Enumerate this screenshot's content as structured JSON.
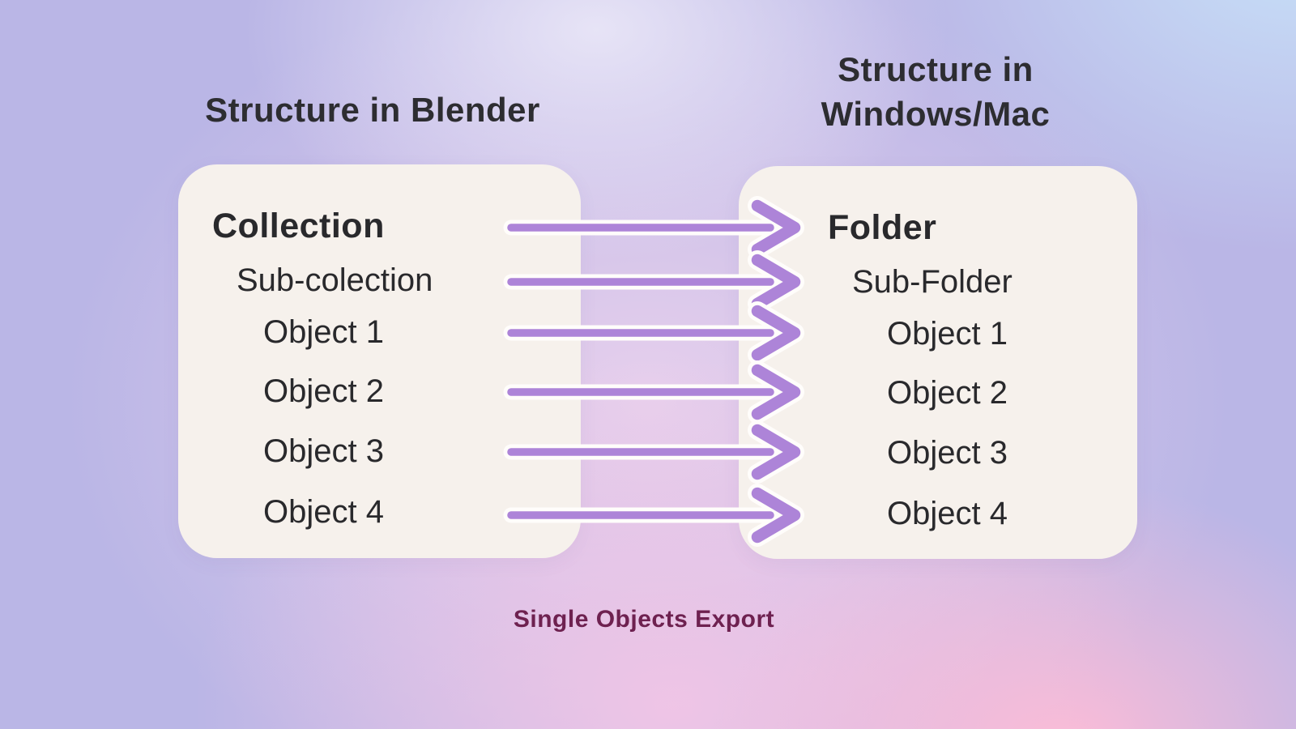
{
  "titles": {
    "left": "Structure in Blender",
    "right_line1": "Structure in",
    "right_line2": "Windows/Mac"
  },
  "blender_panel": {
    "items": [
      {
        "label": "Collection",
        "level": 0,
        "bold": true
      },
      {
        "label": "Sub-colection",
        "level": 1,
        "bold": false
      },
      {
        "label": "Object 1",
        "level": 2,
        "bold": false
      },
      {
        "label": "Object 2",
        "level": 2,
        "bold": false
      },
      {
        "label": "Object 3",
        "level": 2,
        "bold": false
      },
      {
        "label": "Object 4",
        "level": 2,
        "bold": false
      }
    ]
  },
  "windows_panel": {
    "items": [
      {
        "label": "Folder",
        "level": 0,
        "bold": true
      },
      {
        "label": "Sub-Folder",
        "level": 1,
        "bold": false
      },
      {
        "label": "Object 1",
        "level": 2,
        "bold": false
      },
      {
        "label": "Object 2",
        "level": 2,
        "bold": false
      },
      {
        "label": "Object 3",
        "level": 2,
        "bold": false
      },
      {
        "label": "Object 4",
        "level": 2,
        "bold": false
      }
    ]
  },
  "mappings": [
    {
      "from": "Collection",
      "to": "Folder"
    },
    {
      "from": "Sub-colection",
      "to": "Sub-Folder"
    },
    {
      "from": "Object 1",
      "to": "Object 1"
    },
    {
      "from": "Object 2",
      "to": "Object 2"
    },
    {
      "from": "Object 3",
      "to": "Object 3"
    },
    {
      "from": "Object 4",
      "to": "Object 4"
    }
  ],
  "footer": {
    "label": "Single Objects Export"
  },
  "colors": {
    "arrow_purple": "#ad84d8",
    "panel_bg": "#f6f1ec",
    "text_dark": "#29292c",
    "footer_text": "#6e2150"
  }
}
